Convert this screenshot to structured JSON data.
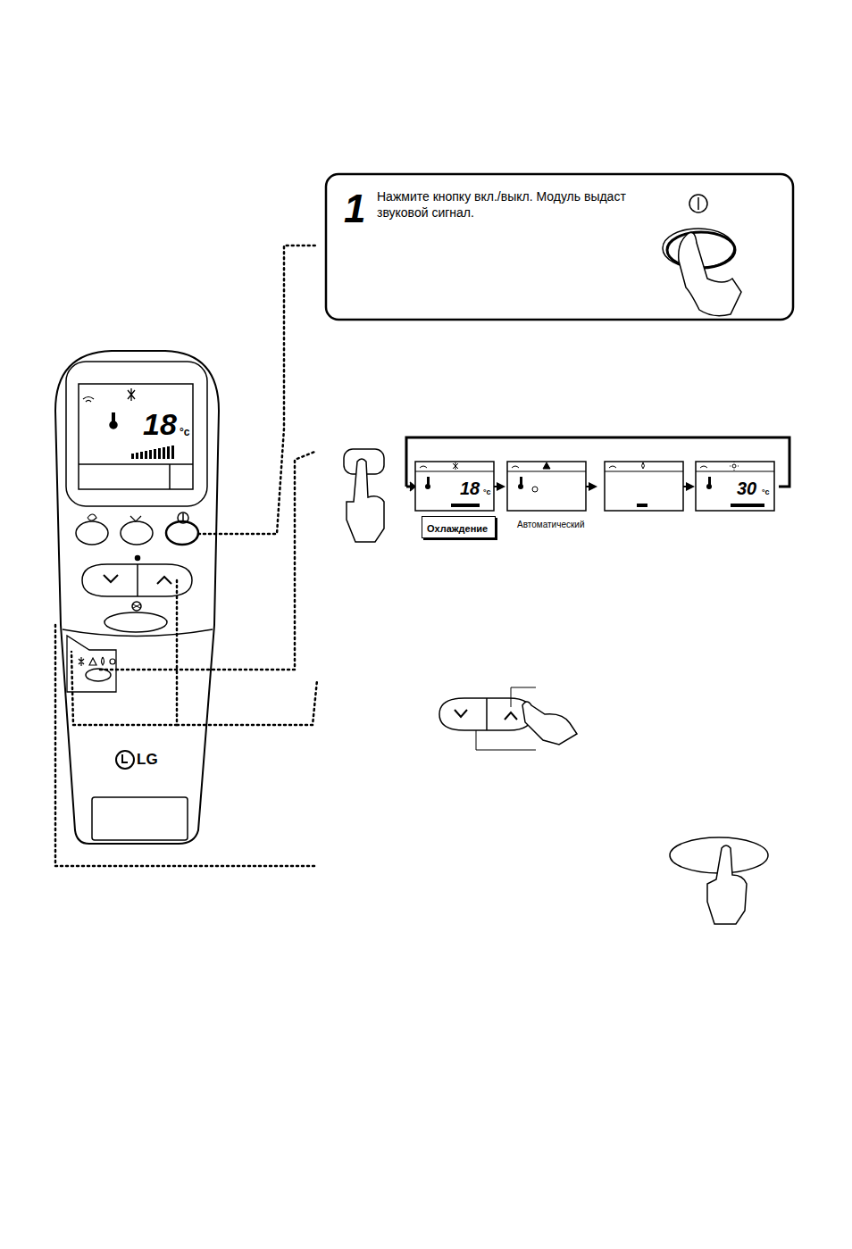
{
  "diagram": {
    "nodes": [
      {
        "text": [
          "1",
          "Нажмите кнопку вкл./выкл. Модуль выдаст звуковой сигнал."
        ]
      },
      {
        "text": [
          "Охлаждение"
        ]
      }
    ],
    "labels": [
      "18",
      "°c",
      "18",
      "°c",
      "30",
      "°c",
      "Автоматический",
      "LG"
    ]
  }
}
